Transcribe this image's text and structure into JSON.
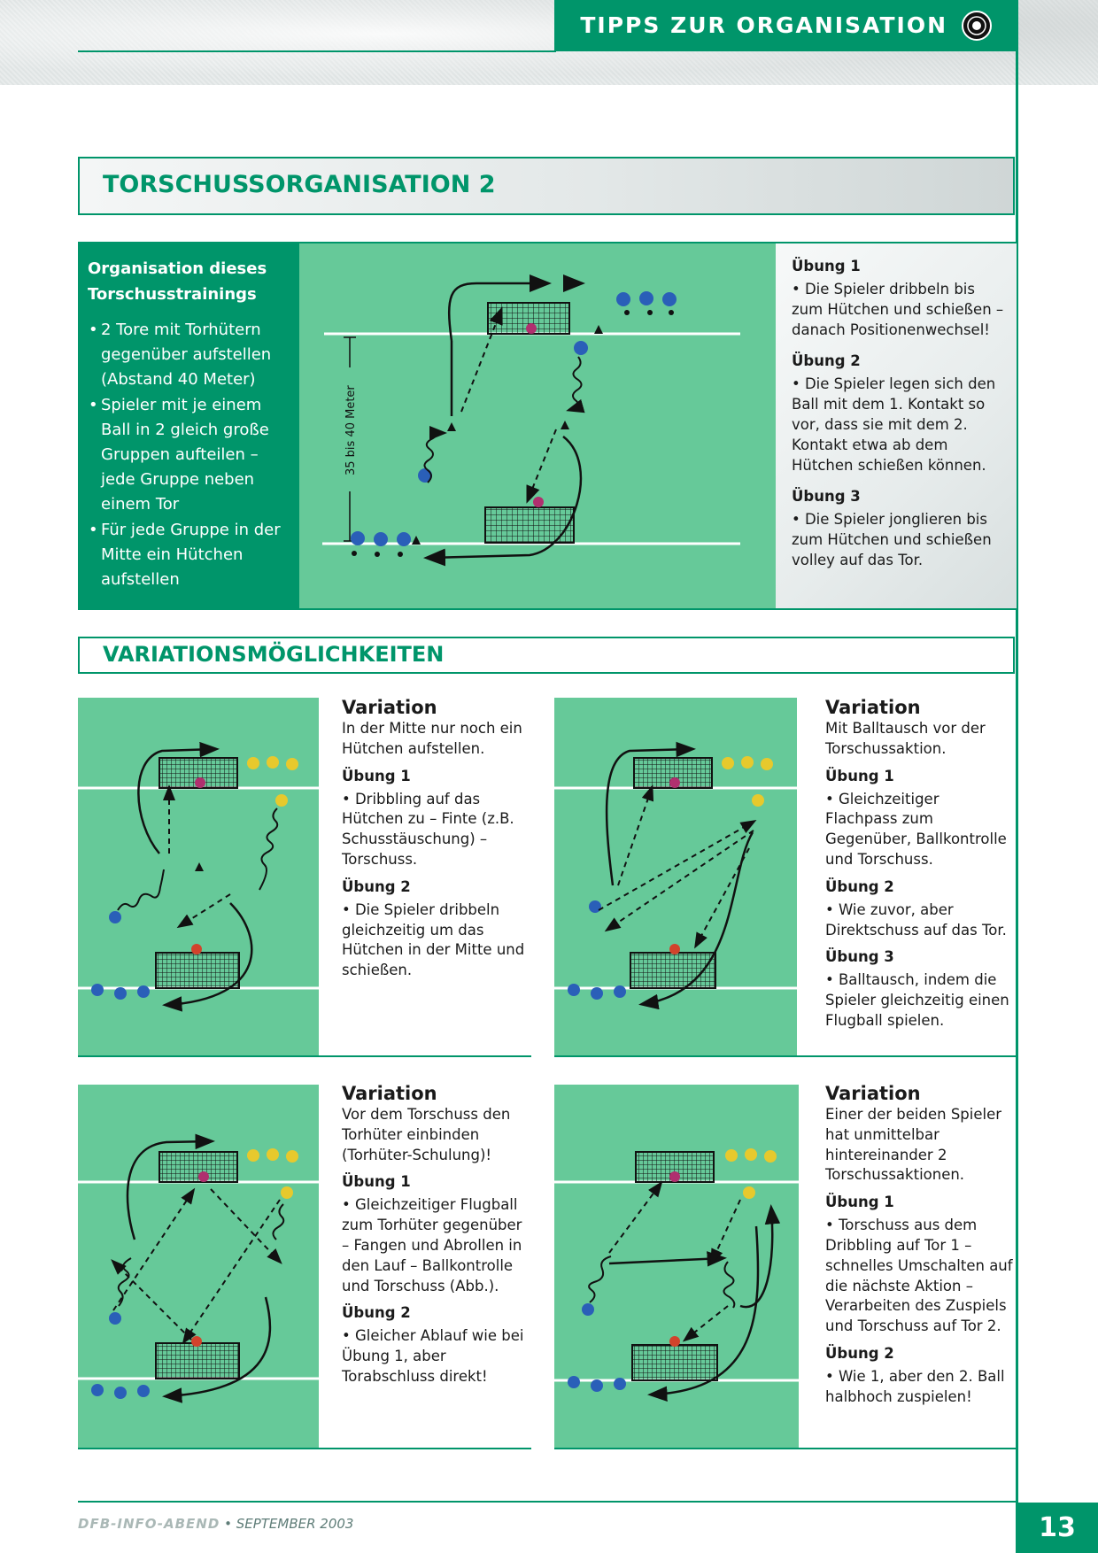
{
  "header": {
    "title": "TIPPS ZUR ORGANISATION"
  },
  "section1": {
    "title": "TORSCHUSSORGANISATION 2"
  },
  "organisation": {
    "heading": "Organisation dieses Torschusstrainings",
    "bullets": [
      "2 Tore mit Torhütern gegenüber aufstellen (Abstand 40 Meter)",
      "Spieler mit je einem Ball in 2 gleich große Gruppen aufteilen – jede Gruppe neben einem Tor",
      "Für jede Gruppe in der Mitte ein Hütchen aufstellen"
    ],
    "distance_label": "35 bis 40 Meter"
  },
  "uebungen": [
    {
      "title": "Übung 1",
      "text": "• Die Spieler dribbeln bis zum Hütchen und schießen – danach Positionenwechsel!"
    },
    {
      "title": "Übung 2",
      "text": "• Die Spieler legen sich den Ball mit dem 1. Kontakt so vor, dass sie mit dem 2. Kontakt etwa ab dem Hütchen schießen können."
    },
    {
      "title": "Übung 3",
      "text": "• Die Spieler jonglieren bis zum Hütchen und schießen volley auf das Tor."
    }
  ],
  "section2": {
    "title": "VARIATIONSMÖGLICHKEITEN"
  },
  "variations": [
    {
      "title": "Variation",
      "lead": "In der Mitte nur noch ein Hütchen aufstellen.",
      "items": [
        {
          "title": "Übung 1",
          "text": "• Dribbling auf das Hütchen zu – Finte (z.B. Schusstäuschung) – Torschuss."
        },
        {
          "title": "Übung 2",
          "text": "• Die Spieler dribbeln gleichzeitig um das Hütchen in der Mitte und schießen."
        }
      ]
    },
    {
      "title": "Variation",
      "lead": "Mit Balltausch vor der Torschussaktion.",
      "items": [
        {
          "title": "Übung 1",
          "text": "• Gleichzeitiger Flachpass zum Gegenüber, Ballkontrolle und Torschuss."
        },
        {
          "title": "Übung 2",
          "text": "• Wie zuvor, aber Direktschuss auf das Tor."
        },
        {
          "title": "Übung 3",
          "text": "• Balltausch, indem die Spieler gleichzeitig einen Flugball spielen."
        }
      ]
    },
    {
      "title": "Variation",
      "lead": "Vor dem Torschuss den Torhüter einbinden (Torhüter-Schulung)!",
      "items": [
        {
          "title": "Übung 1",
          "text": "• Gleichzeitiger Flugball zum Torhüter gegenüber – Fangen und Abrollen in den Lauf – Ballkontrolle und Torschuss (Abb.)."
        },
        {
          "title": "Übung 2",
          "text": "• Gleicher Ablauf wie bei Übung 1, aber Torabschluss direkt!"
        }
      ]
    },
    {
      "title": "Variation",
      "lead": "Einer der beiden Spieler hat unmittelbar hintereinander 2 Torschussaktionen.",
      "items": [
        {
          "title": "Übung 1",
          "text": "• Torschuss aus dem Dribbling auf Tor 1 – schnelles Umschalten auf die nächste Aktion – Verarbeiten des Zuspiels und Torschuss auf Tor 2."
        },
        {
          "title": "Übung 2",
          "text": "• Wie 1, aber den 2. Ball halbhoch zuspielen!"
        }
      ]
    }
  ],
  "footer": {
    "brand": "DFB-INFO-ABEND",
    "date": "SEPTEMBER 2003",
    "page": "13"
  },
  "colors": {
    "accent": "#00956a",
    "field": "#66c999"
  }
}
